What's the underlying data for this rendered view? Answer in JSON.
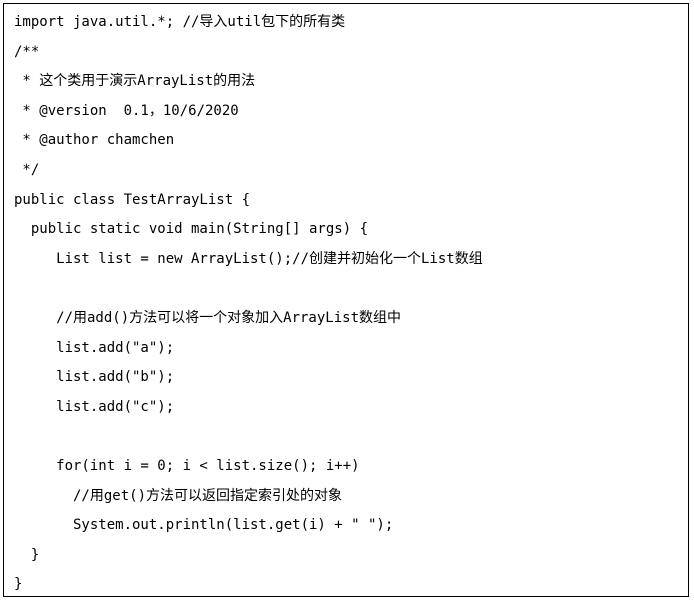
{
  "code": {
    "lines": [
      "import java.util.*; //导入util包下的所有类",
      "/**",
      " * 这个类用于演示ArrayList的用法",
      " * @version  0.1，10/6/2020",
      " * @author chamchen",
      " */",
      "public class TestArrayList {",
      "  public static void main(String[] args) {",
      "     List list = new ArrayList();//创建并初始化一个List数组",
      "",
      "     //用add()方法可以将一个对象加入ArrayList数组中",
      "     list.add(\"a\");",
      "     list.add(\"b\");",
      "     list.add(\"c\");",
      "",
      "     for(int i = 0; i < list.size(); i++)",
      "       //用get()方法可以返回指定索引处的对象",
      "       System.out.println(list.get(i) + \" \");",
      "  }",
      "}"
    ]
  }
}
